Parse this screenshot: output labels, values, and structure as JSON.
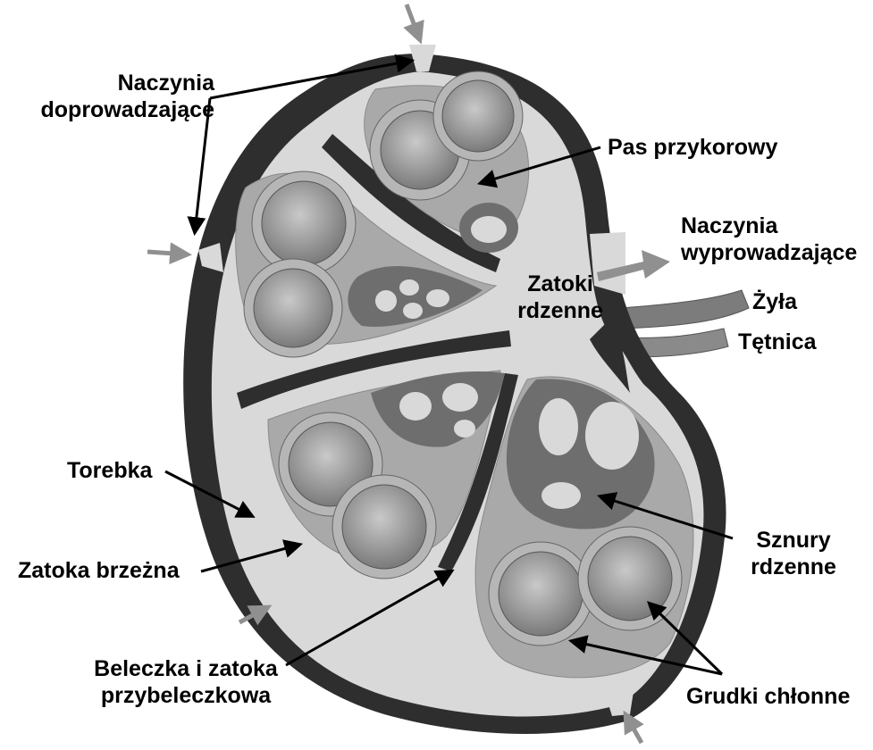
{
  "labels": {
    "afferent": [
      "Naczynia",
      "doprowadzające"
    ],
    "paracortex": "Pas przykorowy",
    "efferent": [
      "Naczynia",
      "wyprowadzające"
    ],
    "vein": "Żyła",
    "artery": "Tętnica",
    "medullary_sinus": [
      "Zatoki",
      "rdzenne"
    ],
    "capsule": "Torebka",
    "subcapsular_sinus": "Zatoka brzeżna",
    "trabecula": [
      "Beleczka i zatoka",
      "przybeleczkowa"
    ],
    "medullary_cords": [
      "Sznury",
      "rdzenne"
    ],
    "follicles": "Grudki chłonne"
  },
  "colors": {
    "capsule": "#2e2e2e",
    "sinus": "#d9d9d9",
    "cortex": "#a9a9a9",
    "cord": "#6e6e6e",
    "follicle_rim": "#b6b6b6",
    "follicle_core": "#8e8e8e",
    "vessel": "#7c7c7c",
    "arrow_grey": "#909090"
  }
}
